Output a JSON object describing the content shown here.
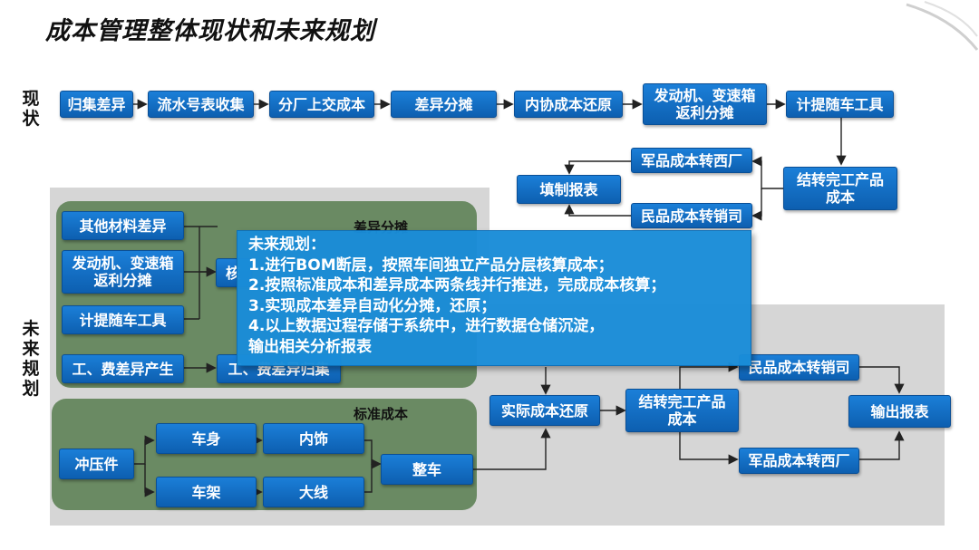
{
  "title": "成本管理整体现状和未来规划",
  "labels": {
    "current": "现\n状",
    "future": "未\n来\n规\n划"
  },
  "current": {
    "steps": [
      "归集差异",
      "流水号表收集",
      "分厂上交成本",
      "差异分摊",
      "内协成本还原",
      "发动机、变速箱返利分摊",
      "计提随车工具"
    ],
    "carryover": "结转完工产品成本",
    "military": "军品成本转西厂",
    "civil": "民品成本转销司",
    "report": "填制报表"
  },
  "future": {
    "diff_group_label": "差异分摊",
    "diff_items": [
      "其他材料差异",
      "发动机、变速箱返利分摊",
      "计提随车工具",
      "工、费差异产生"
    ],
    "diff_collect_partial": "核",
    "labor_collect": "工、费差异归集",
    "std_group_label": "标准成本",
    "stamping": "冲压件",
    "body": "车身",
    "frame": "车架",
    "interior": "内饰",
    "main_line": "大线",
    "vehicle": "整车",
    "actual_restore": "实际成本还原",
    "carryover": "结转完工产品成本",
    "civil": "民品成本转销司",
    "military": "军品成本转西厂",
    "output": "输出报表"
  },
  "popup": {
    "lines": [
      "未来规划：",
      "1.进行BOM断层，按照车间独立产品分层核算成本；",
      "2.按照标准成本和差异成本两条线并行推进，完成成本核算；",
      "3.实现成本差异自动化分摊，还原；",
      "4.以上数据过程存储于系统中，进行数据仓储沉淀，",
      "输出相关分析报表"
    ]
  }
}
